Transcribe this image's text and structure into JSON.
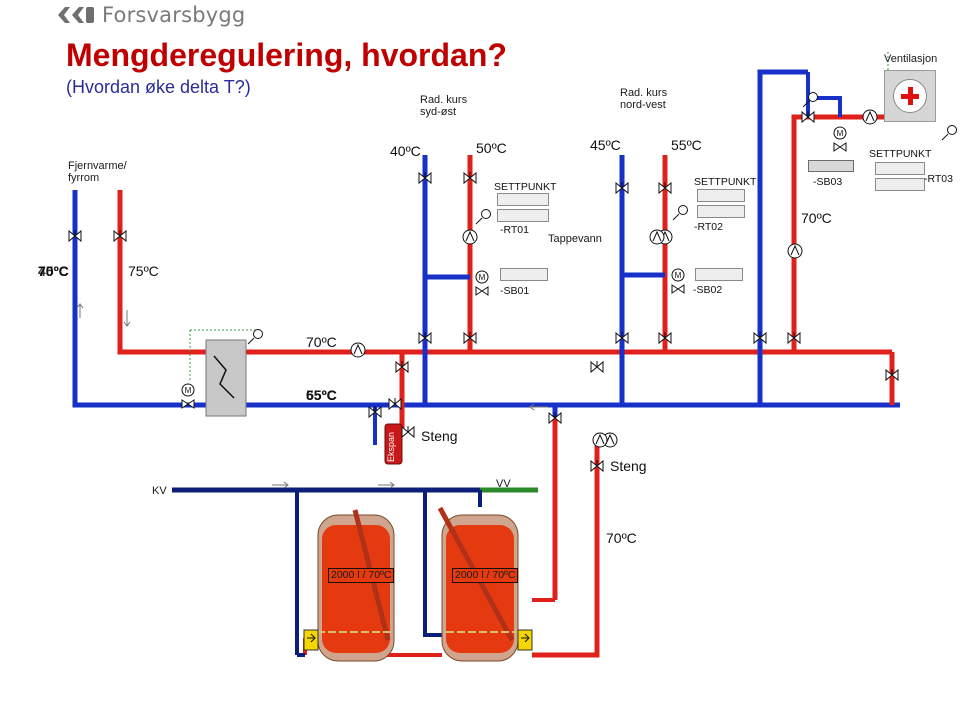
{
  "header": {
    "brand": "Forsvarsbygg",
    "title": "Mengderegulering, hvordan?",
    "subtitle": "(Hvordan øke delta T?)"
  },
  "labels": {
    "fjernvarme_line1": "Fjernvarme/",
    "fjernvarme_line2": "fyrrom",
    "rad_sydost_line1": "Rad. kurs",
    "rad_sydost_line2": "syd-øst",
    "rad_nordvest_line1": "Rad. kurs",
    "rad_nordvest_line2": "nord-vest",
    "ventilasjon": "Ventilasjon",
    "tappevann": "Tappevann",
    "kv": "KV",
    "vv": "VV",
    "steng_upper": "Steng",
    "steng_lower": "Steng",
    "ekspansjon": "Ekspan"
  },
  "temperatures": {
    "t_40": "40ºC",
    "t_50": "50ºC",
    "t_45": "45ºC",
    "t_55": "55ºC",
    "t_70_vent": "70ºC",
    "t_left_a": "70ºC",
    "t_left_b": "45ºC",
    "t_75": "75ºC",
    "t_70_hx": "70ºC",
    "t_return_a": "65ºC",
    "t_return_b": "55ºC",
    "t_70_tank": "70ºC"
  },
  "controllers": {
    "settpunkt_1": "SETTPUNKT",
    "settpunkt_2": "SETTPUNKT",
    "settpunkt_3": "SETTPUNKT",
    "rt01": "-RT01",
    "rt02": "-RT02",
    "rt03": "-RT03",
    "sb01": "-SB01",
    "sb02": "-SB02",
    "sb03": "-SB03"
  },
  "tanks": {
    "tank_1": "2000 l / 70ºC",
    "tank_2": "2000 l / 70ºC"
  },
  "colors": {
    "hot": "#e0201a",
    "cold": "#1630c8",
    "cold_water": "#0b1f7a",
    "hot_water": "#2a8a2a",
    "title": "#c00000",
    "subtitle": "#2b2b9a",
    "tank": "#e03a10"
  }
}
